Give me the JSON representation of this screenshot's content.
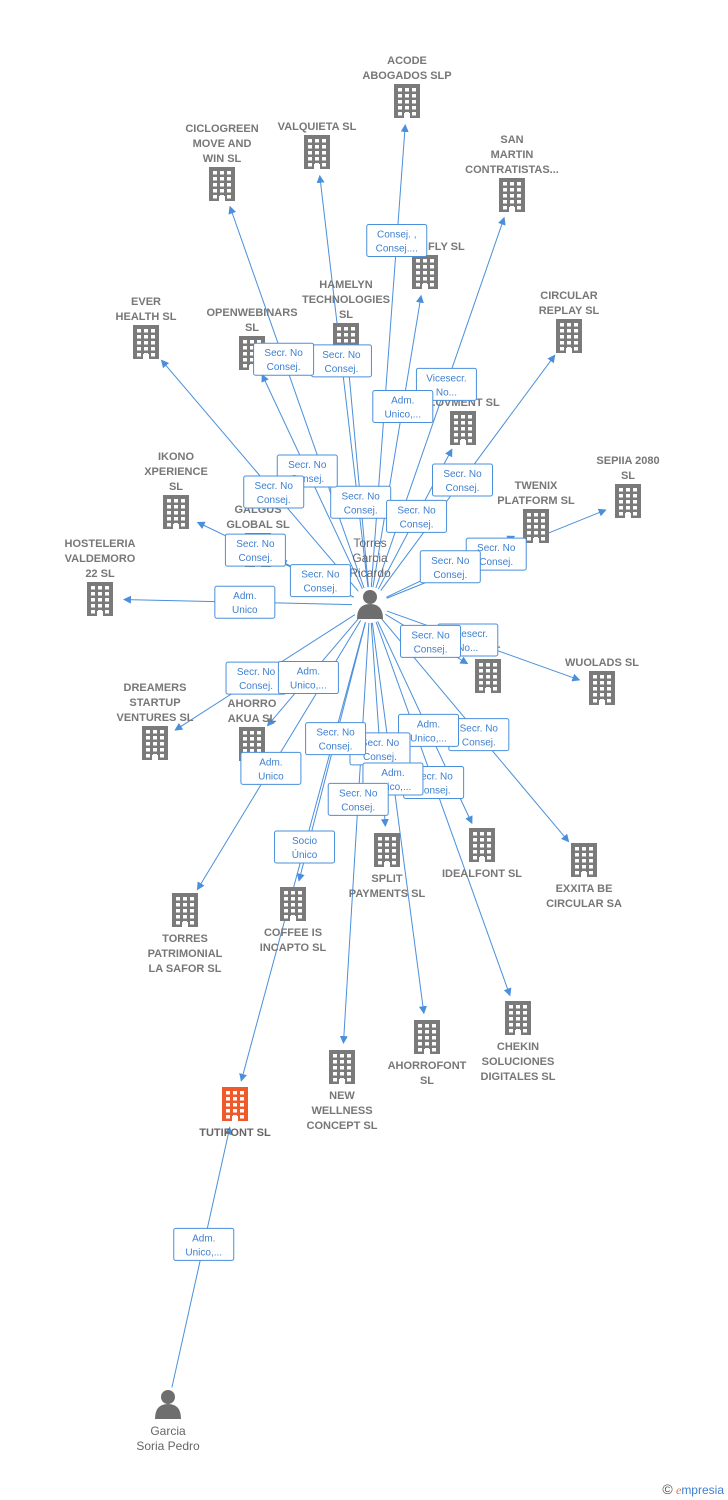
{
  "colors": {
    "edge": "#4a8fdb",
    "building": "#7a7a7a",
    "building_focus": "#f0592a",
    "person": "#6e6e6e"
  },
  "persons": [
    {
      "id": "p1",
      "lines": [
        "Torres",
        "Garcia",
        "Ricardo"
      ],
      "icon": "person-icon"
    },
    {
      "id": "p2",
      "lines": [
        "Garcia",
        "Soria Pedro"
      ],
      "icon": "person-icon"
    }
  ],
  "companies": [
    {
      "id": "acode",
      "lines": [
        "ACODE",
        "ABOGADOS  SLP"
      ]
    },
    {
      "id": "valquieta",
      "lines": [
        "VALQUIETA  SL"
      ]
    },
    {
      "id": "ciclogreen",
      "lines": [
        "CICLOGREEN",
        "MOVE AND",
        "WIN  SL"
      ]
    },
    {
      "id": "sanmartin",
      "lines": [
        "SAN",
        "MARTIN",
        "CONTRATISTAS..."
      ]
    },
    {
      "id": "trocofly",
      "lines": [
        "TROCO FLY  SL"
      ]
    },
    {
      "id": "hamelyn",
      "lines": [
        "HAMELYN",
        "TECHNOLOGIES",
        "SL"
      ]
    },
    {
      "id": "openwebinars",
      "lines": [
        "OPENWEBINARS",
        "SL"
      ]
    },
    {
      "id": "everhealth",
      "lines": [
        "EVER",
        "HEALTH  SL"
      ]
    },
    {
      "id": "circular",
      "lines": [
        "CIRCULAR",
        "REPLAY  SL"
      ]
    },
    {
      "id": "movment",
      "lines": [
        "...O",
        "...OVMENT  SL"
      ]
    },
    {
      "id": "ikono",
      "lines": [
        "IKONO",
        "XPERIENCE",
        "SL"
      ]
    },
    {
      "id": "sepiia",
      "lines": [
        "SEPIIA 2080",
        "SL"
      ]
    },
    {
      "id": "twenix",
      "lines": [
        "TWENIX",
        "PLATFORM  SL"
      ]
    },
    {
      "id": "galgus",
      "lines": [
        "GALGUS",
        "GLOBAL  SL"
      ]
    },
    {
      "id": "hosteleria",
      "lines": [
        "HOSTELERIA",
        "VALDEMORO",
        "22  SL"
      ]
    },
    {
      "id": "wuolads",
      "lines": [
        "WUOLADS  SL"
      ]
    },
    {
      "id": "ot",
      "lines": [
        "...OT"
      ]
    },
    {
      "id": "dreamers",
      "lines": [
        "DREAMERS",
        "STARTUP",
        "VENTURES  SL"
      ]
    },
    {
      "id": "ahorroakua",
      "lines": [
        "AHORRO",
        "AKUA  SL"
      ]
    },
    {
      "id": "idealfont",
      "lines": [
        "IDEALFONT  SL"
      ]
    },
    {
      "id": "exxita",
      "lines": [
        "EXXITA BE",
        "CIRCULAR SA"
      ]
    },
    {
      "id": "split",
      "lines": [
        "SPLIT",
        "PAYMENTS  SL"
      ]
    },
    {
      "id": "torrespatrimonial",
      "lines": [
        "TORRES",
        "PATRIMONIAL",
        "LA SAFOR  SL"
      ]
    },
    {
      "id": "coffee",
      "lines": [
        "COFFEE IS",
        "INCAPTO  SL"
      ]
    },
    {
      "id": "chekin",
      "lines": [
        "CHEKIN",
        "SOLUCIONES",
        "DIGITALES  SL"
      ]
    },
    {
      "id": "ahorrofont",
      "lines": [
        "AHORROFONT",
        "SL"
      ]
    },
    {
      "id": "newwellness",
      "lines": [
        "NEW",
        "WELLNESS",
        "CONCEPT  SL"
      ]
    },
    {
      "id": "tutifont",
      "lines": [
        "TUTIFONT  SL"
      ],
      "focus": true
    }
  ],
  "edges": [
    {
      "from": "p1",
      "to": "acode",
      "label": [
        "Consej. ,",
        "Consej...."
      ]
    },
    {
      "from": "p1",
      "to": "valquieta",
      "label": [
        "Secr.  No",
        "Consej."
      ]
    },
    {
      "from": "p1",
      "to": "ciclogreen",
      "label": [
        "Secr.  No",
        "Consej."
      ]
    },
    {
      "from": "p1",
      "to": "sanmartin",
      "label": [
        "Vicesecr.",
        "No..."
      ]
    },
    {
      "from": "p1",
      "to": "trocofly",
      "label": [
        "Adm.",
        "Unico,..."
      ]
    },
    {
      "from": "p1",
      "to": "hamelyn",
      "label": [
        "Secr.  No",
        "Consej."
      ]
    },
    {
      "from": "p1",
      "to": "openwebinars",
      "label": [
        "Secr.  No",
        "Consej."
      ]
    },
    {
      "from": "p1",
      "to": "everhealth",
      "label": [
        "Secr.  No",
        "Consej."
      ]
    },
    {
      "from": "p1",
      "to": "circular",
      "label": [
        "Secr.  No",
        "Consej."
      ]
    },
    {
      "from": "p1",
      "to": "movment",
      "label": [
        "Secr.  No",
        "Consej."
      ]
    },
    {
      "from": "p1",
      "to": "ikono",
      "label": [
        "Secr.  No",
        "Consej."
      ]
    },
    {
      "from": "p1",
      "to": "sepiia",
      "label": [
        "Secr.  No",
        "Consej."
      ]
    },
    {
      "from": "p1",
      "to": "twenix",
      "label": [
        "Secr.  No",
        "Consej."
      ]
    },
    {
      "from": "p1",
      "to": "galgus",
      "label": [
        "Secr.  No",
        "Consej."
      ]
    },
    {
      "from": "p1",
      "to": "hosteleria",
      "label": [
        "Adm.",
        "Unico"
      ]
    },
    {
      "from": "p1",
      "to": "wuolads",
      "label": [
        "Vicesecr.",
        "No..."
      ]
    },
    {
      "from": "p1",
      "to": "ot",
      "label": [
        "Secr.  No",
        "Consej."
      ]
    },
    {
      "from": "p1",
      "to": "dreamers",
      "label": [
        "Secr.  No",
        "Consej."
      ]
    },
    {
      "from": "p1",
      "to": "ahorroakua",
      "label": [
        "Adm.",
        "Unico,..."
      ]
    },
    {
      "from": "p1",
      "to": "exxita",
      "label": [
        "Secr.  No",
        "Consej."
      ]
    },
    {
      "from": "p1",
      "to": "idealfont",
      "label": [
        "Adm.",
        "Unico,..."
      ]
    },
    {
      "from": "p1",
      "to": "split",
      "label": [
        "Secr.  No",
        "Consej."
      ]
    },
    {
      "from": "p1",
      "to": "torrespatrimonial",
      "label": [
        "Adm.",
        "Unico"
      ]
    },
    {
      "from": "p1",
      "to": "coffee",
      "label": [
        "Secr.  No",
        "Consej."
      ]
    },
    {
      "from": "p1",
      "to": "chekin",
      "label": [
        "Secr.  No",
        "Consej."
      ]
    },
    {
      "from": "p1",
      "to": "ahorrofont",
      "label": [
        "Adm.",
        "Unico,..."
      ]
    },
    {
      "from": "p1",
      "to": "newwellness",
      "label": [
        "Secr.  No",
        "Consej."
      ]
    },
    {
      "from": "p1",
      "to": "tutifont",
      "label": [
        "Socio",
        "Único"
      ]
    },
    {
      "from": "p2",
      "to": "tutifont",
      "label": [
        "Adm.",
        "Unico,..."
      ]
    }
  ],
  "footer": {
    "copyright": "©",
    "brand_initial": "e",
    "brand_rest": "mpresia"
  }
}
